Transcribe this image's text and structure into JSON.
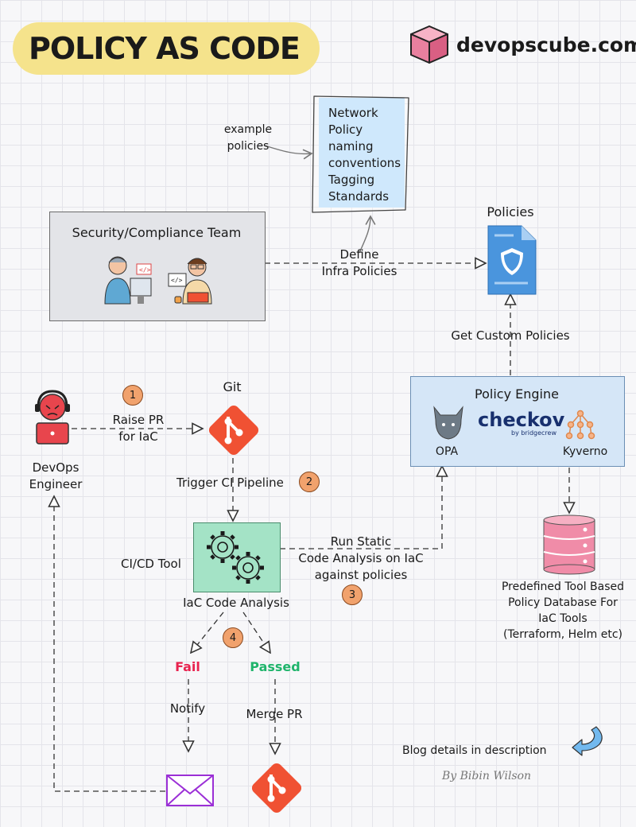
{
  "title": "POLICY AS CODE",
  "brand": "devopscube.com",
  "example_label": [
    "example",
    "policies"
  ],
  "policy_examples": [
    "Network",
    "Policy",
    "naming",
    "conventions",
    "Tagging",
    "Standards"
  ],
  "security_team": "Security/Compliance Team",
  "define_label": [
    "Define",
    "Infra Policies"
  ],
  "policies_label": "Policies",
  "get_custom_policies": "Get Custom Policies",
  "policy_engine": {
    "title": "Policy Engine",
    "tools": [
      "OPA",
      "checkov",
      "by bridgecrew",
      "Kyverno"
    ]
  },
  "database_label": [
    "Predefined Tool Based",
    "Policy Database For",
    "IaC Tools",
    "(Terraform, Helm etc)"
  ],
  "devops_engineer": [
    "DevOps",
    "Engineer"
  ],
  "raise_pr": [
    "Raise PR",
    "for IaC"
  ],
  "git_label": "Git",
  "trigger_ci": "Trigger CI Pipeline",
  "cicd_tool": "CI/CD Tool",
  "iac_analysis": "IaC Code Analysis",
  "static_analysis": [
    "Run Static",
    "Code Analysis on IaC",
    "against policies"
  ],
  "steps": [
    "1",
    "2",
    "3",
    "4"
  ],
  "outcomes": {
    "fail": "Fail",
    "passed": "Passed"
  },
  "notify": "Notify",
  "merge_pr": "Merge PR",
  "blog_details": "Blog details in description",
  "author": "By Bibin Wilson",
  "colors": {
    "git": "#f05133",
    "fail": "#e8234f",
    "passed": "#1fb46b",
    "badge": "#f1a26d",
    "banner": "#f5e38c"
  }
}
